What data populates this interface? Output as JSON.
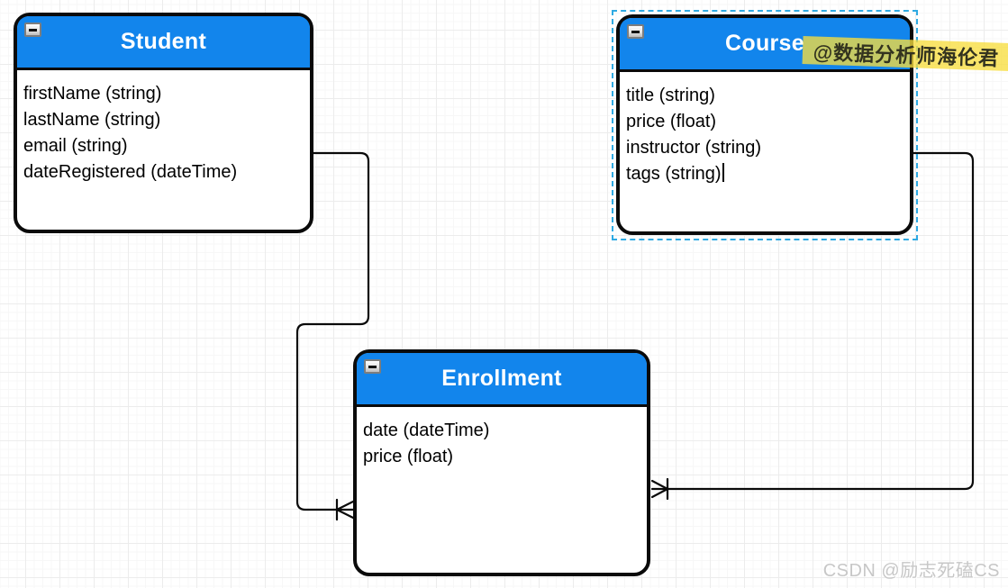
{
  "diagram": {
    "entities": [
      {
        "name": "Student",
        "fields": [
          "firstName (string)",
          "lastName (string)",
          "email (string)",
          "dateRegistered (dateTime)"
        ],
        "selected": false
      },
      {
        "name": "Course",
        "fields": [
          "title (string)",
          "price (float)",
          "instructor (string)",
          "tags (string)"
        ],
        "selected": true,
        "editing_caret_after": "tags (string)"
      },
      {
        "name": "Enrollment",
        "fields": [
          "date (dateTime)",
          "price (float)"
        ],
        "selected": false
      }
    ],
    "relationships": [
      {
        "from": "Student",
        "to": "Enrollment",
        "marker_at_to": "crow-foot-many-with-bar"
      },
      {
        "from": "Course",
        "to": "Enrollment",
        "marker_at_to": "crow-foot-many-with-bar"
      }
    ]
  },
  "icons": {
    "collapse": "minus-icon"
  },
  "colors": {
    "entity_header_blue": "#1285EC",
    "entity_border": "#0A0A0A",
    "selection_dash_blue": "#2FAAE3",
    "watermark_highlight_yellow": "#F7DE3F",
    "watermark_gray": "#C7C7C7",
    "grid_line": "#ECECEC"
  },
  "watermarks": {
    "top_right": "@数据分析师海伦君",
    "bottom_right": "CSDN @励志死磕CS"
  }
}
